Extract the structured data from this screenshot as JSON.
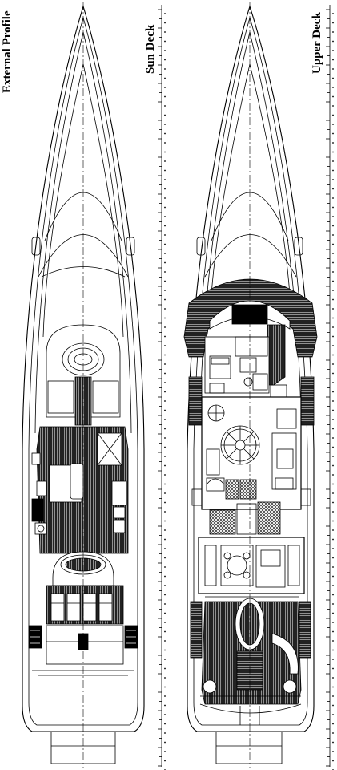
{
  "labels": {
    "external_profile": "External Profile",
    "sun_deck": "Sun Deck",
    "upper_deck": "Upper Deck"
  },
  "colors": {
    "line": "#000000",
    "background": "#ffffff",
    "teak": "#2a2a2a"
  }
}
